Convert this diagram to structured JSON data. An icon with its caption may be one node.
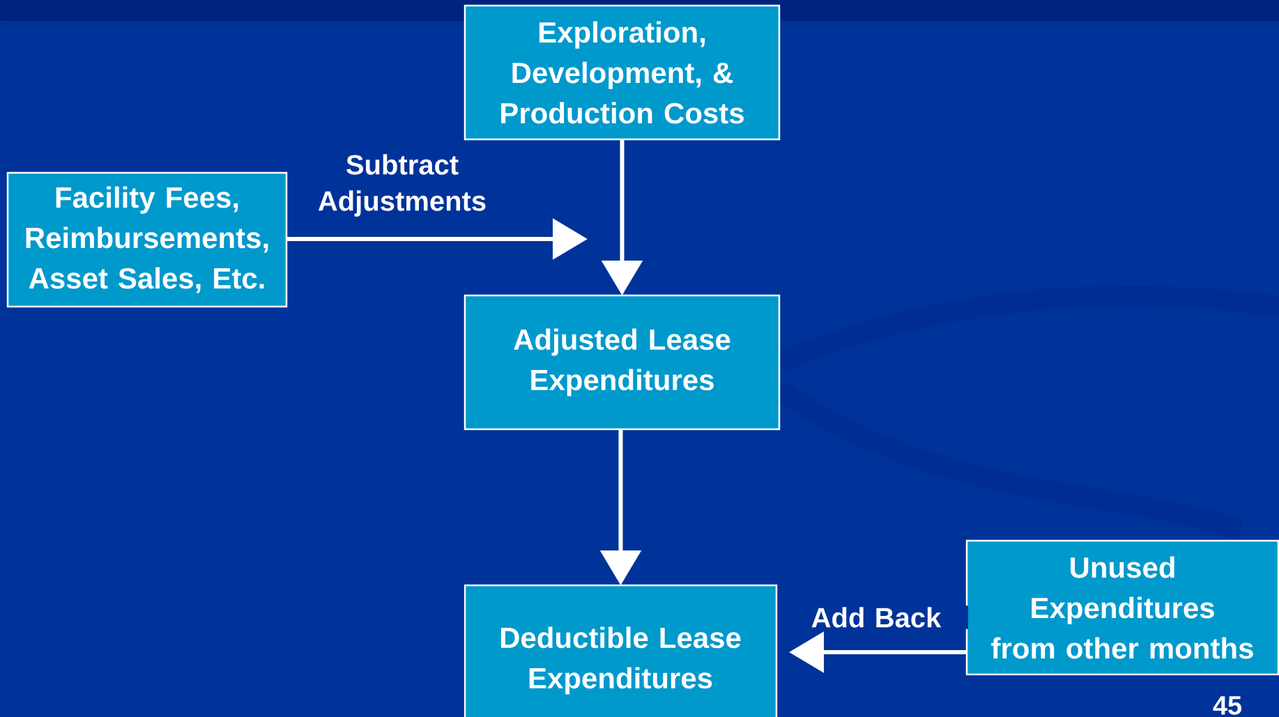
{
  "diagram": {
    "nodes": [
      {
        "text": [
          "Exploration, Development, & Production Costs"
        ]
      },
      {
        "text": [
          "Facility Fees, Reimbursements, Asset Sales, Etc."
        ]
      },
      {
        "text": [
          "Adjusted Lease Expenditures"
        ]
      },
      {
        "text": [
          "Deductible Lease Expenditures"
        ]
      },
      {
        "text": [
          "Unused Expenditures from other months"
        ]
      }
    ],
    "edges": [
      {
        "from": 0,
        "to": 2,
        "arrow": "to"
      },
      {
        "from": 1,
        "to": null,
        "arrow": "to",
        "label": "Subtract Adjustments"
      },
      {
        "from": 2,
        "to": 3,
        "arrow": "to"
      },
      {
        "from": 4,
        "to": 3,
        "arrow": "to",
        "label": "Add Back"
      }
    ],
    "labels": [
      "45"
    ]
  }
}
